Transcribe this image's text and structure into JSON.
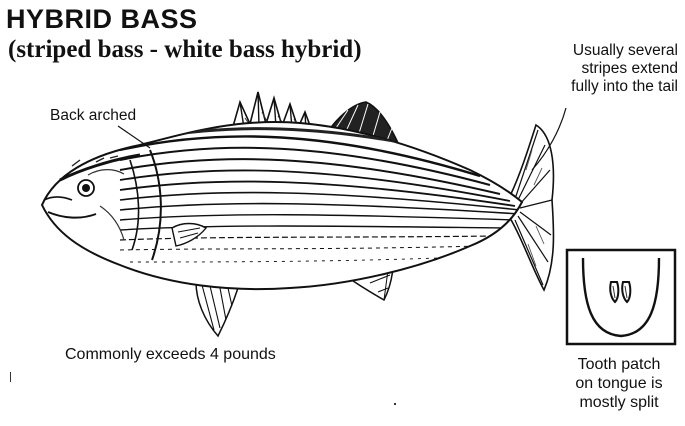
{
  "header": {
    "title": "HYBRID BASS",
    "subtitle": "(striped bass - white bass hybrid)"
  },
  "labels": {
    "tail_stripes": [
      "Usually several",
      "stripes extend",
      "fully into the tail"
    ],
    "back": "Back arched",
    "weight": "Commonly exceeds 4 pounds",
    "tooth_patch": [
      "Tooth patch",
      "on tongue is",
      "mostly split"
    ]
  },
  "colors": {
    "ink": "#111111",
    "paper": "#ffffff"
  }
}
